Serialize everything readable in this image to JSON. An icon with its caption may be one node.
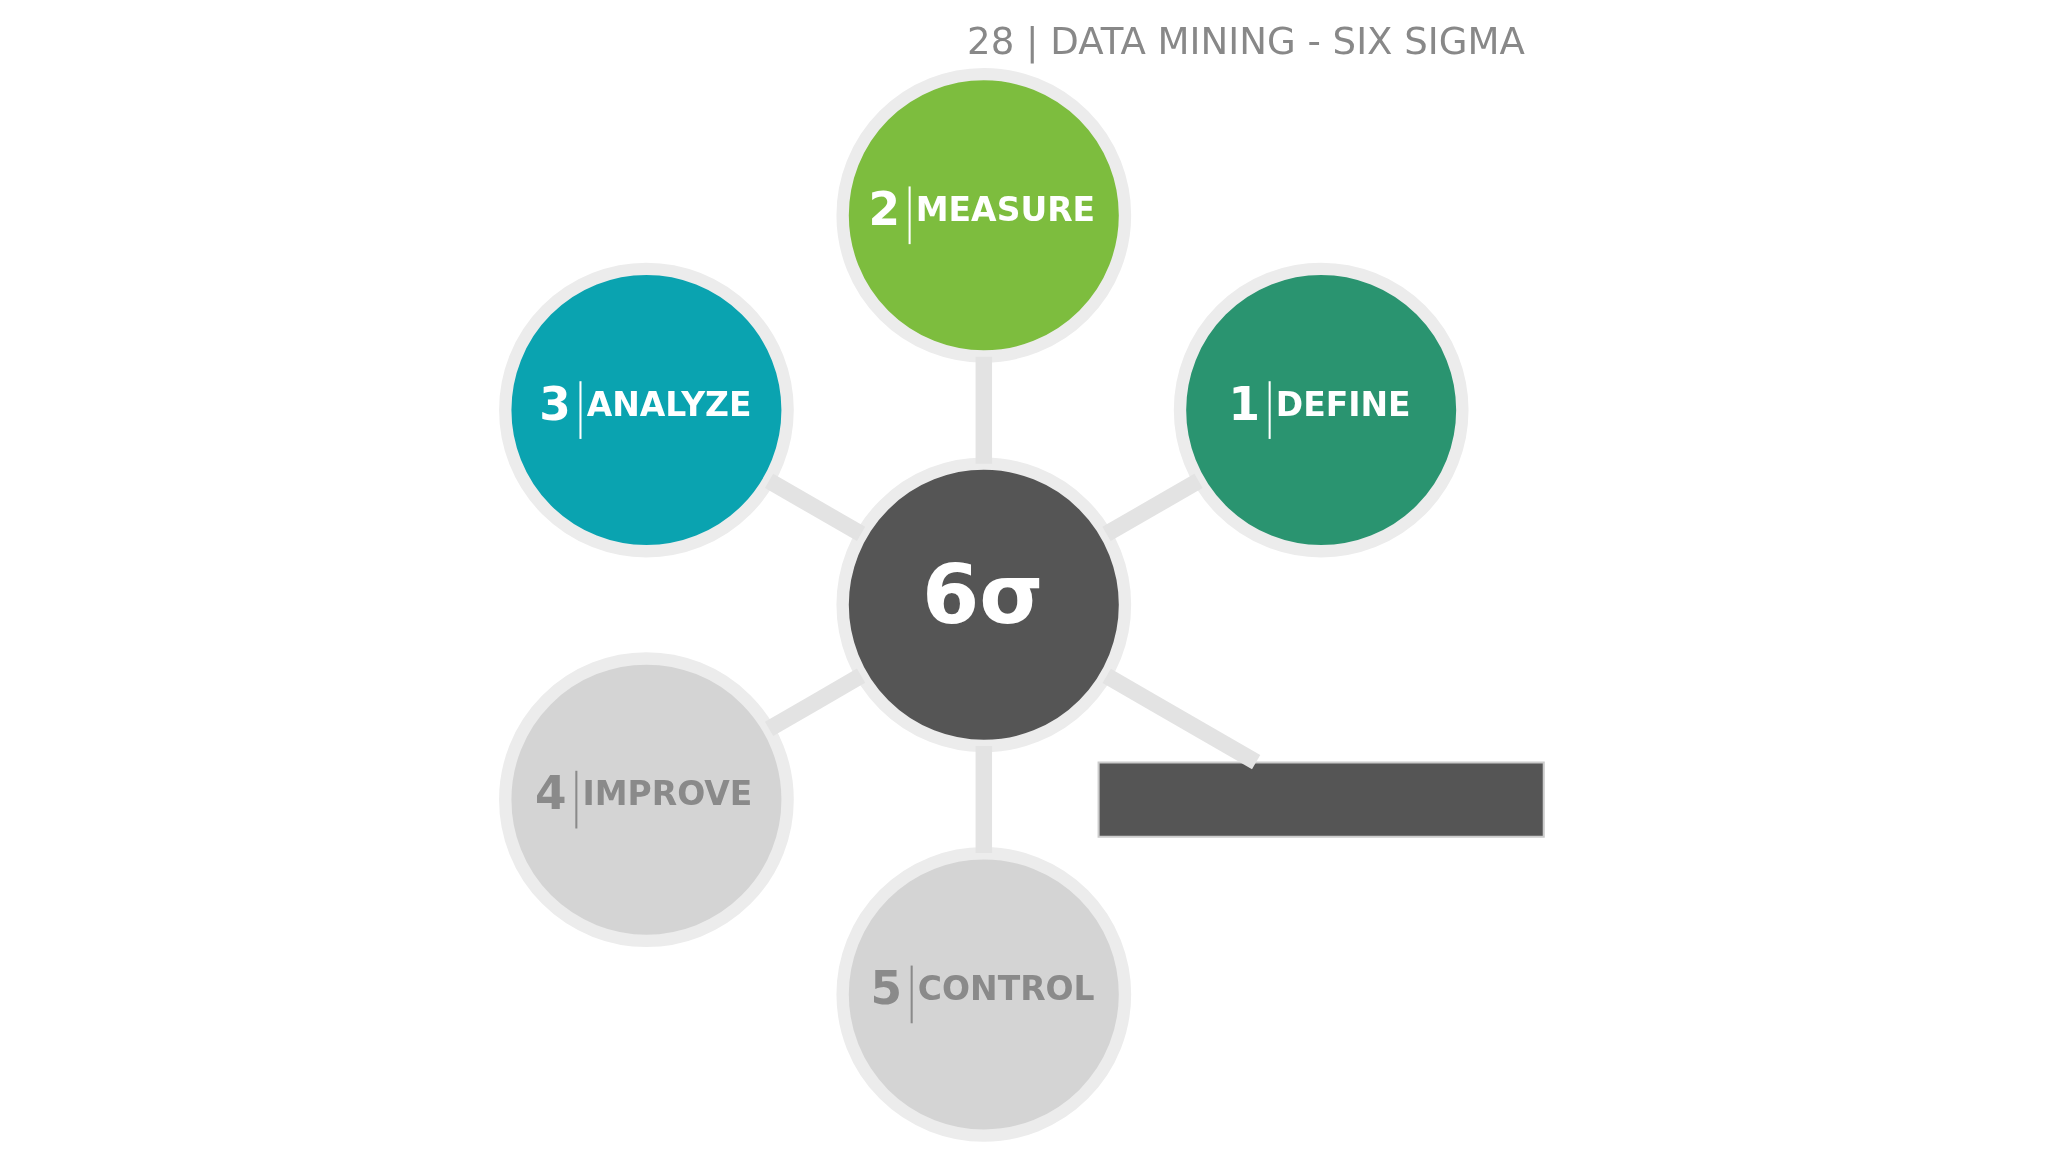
{
  "diagram": {
    "title": "28 | DATA MINING - SIX SIGMA",
    "nodes": [
      {
        "text": [
          "1",
          "DEFINE"
        ]
      },
      {
        "text": [
          "2",
          "MEASURE"
        ]
      },
      {
        "text": [],
        "shape": "bar"
      },
      {
        "text": [
          "6σ"
        ]
      },
      {
        "text": [
          "3",
          "ANALYZE"
        ]
      },
      {
        "text": [
          "4",
          "IMPROVE"
        ]
      },
      {
        "text": [
          "5",
          "CONTROL"
        ]
      }
    ],
    "edges": [
      {
        "from": 3,
        "to": 0,
        "arrow": "none"
      },
      {
        "from": 3,
        "to": 1,
        "arrow": "none"
      },
      {
        "from": 2,
        "to": 3,
        "arrow": "none"
      },
      {
        "from": 3,
        "to": 4,
        "arrow": "none"
      },
      {
        "from": 3,
        "to": 5,
        "arrow": "none"
      },
      {
        "from": 3,
        "to": 6,
        "arrow": "none"
      }
    ]
  }
}
